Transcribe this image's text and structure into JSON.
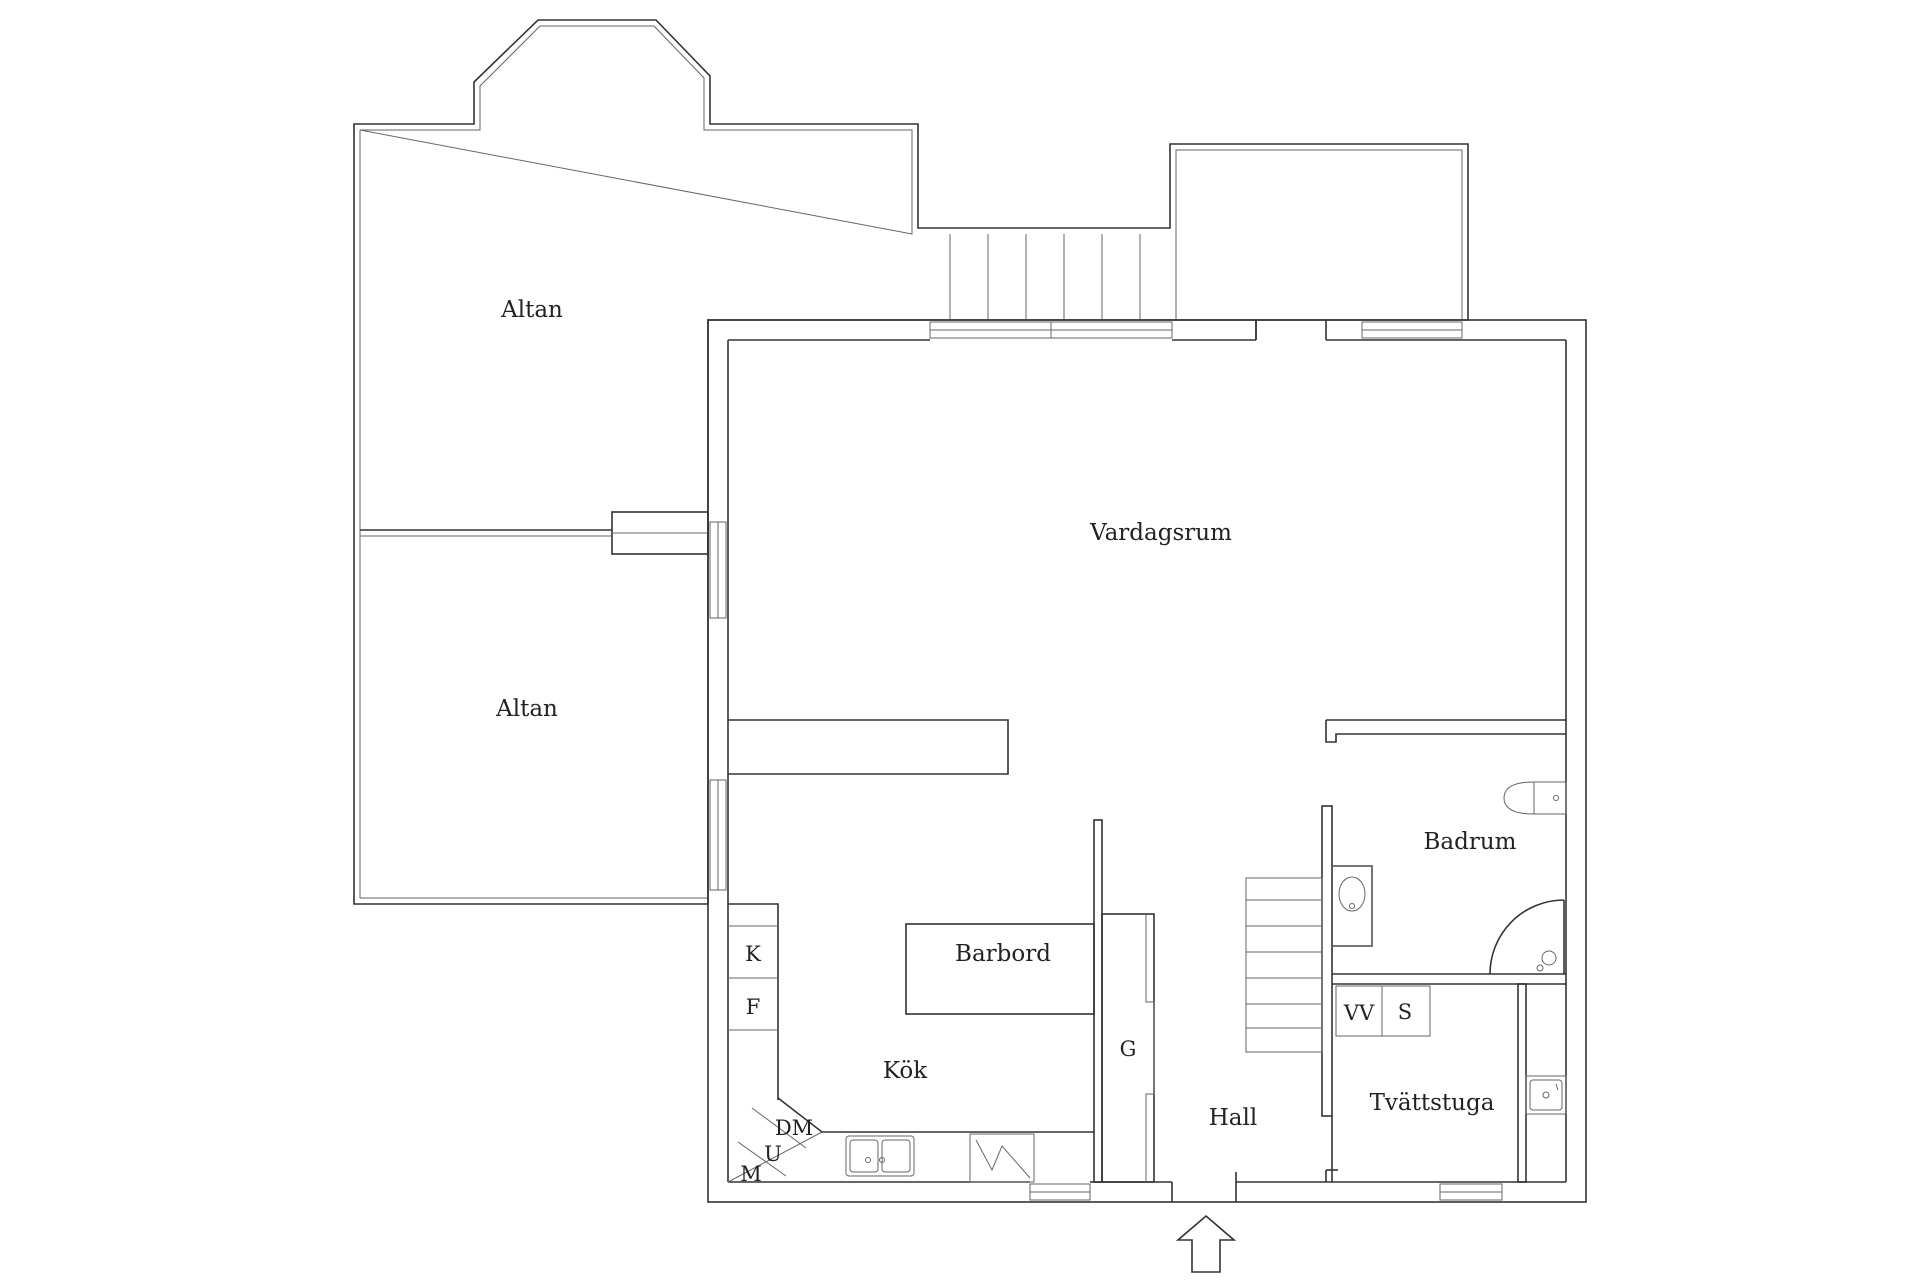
{
  "rooms": {
    "altan_top": "Altan",
    "altan_bottom": "Altan",
    "vardagsrum": "Vardagsrum",
    "badrum": "Badrum",
    "barbord": "Barbord",
    "kok": "Kök",
    "hall": "Hall",
    "tvattstuga": "Tvättstuga"
  },
  "fixtures": {
    "kyl": "K",
    "frys": "F",
    "garderob": "G",
    "diskmaskin": "DM",
    "ugn": "U",
    "mikro": "M",
    "varmvatten": "VV",
    "skap": "S"
  },
  "colors": {
    "lines": "#333333",
    "background": "#ffffff"
  }
}
